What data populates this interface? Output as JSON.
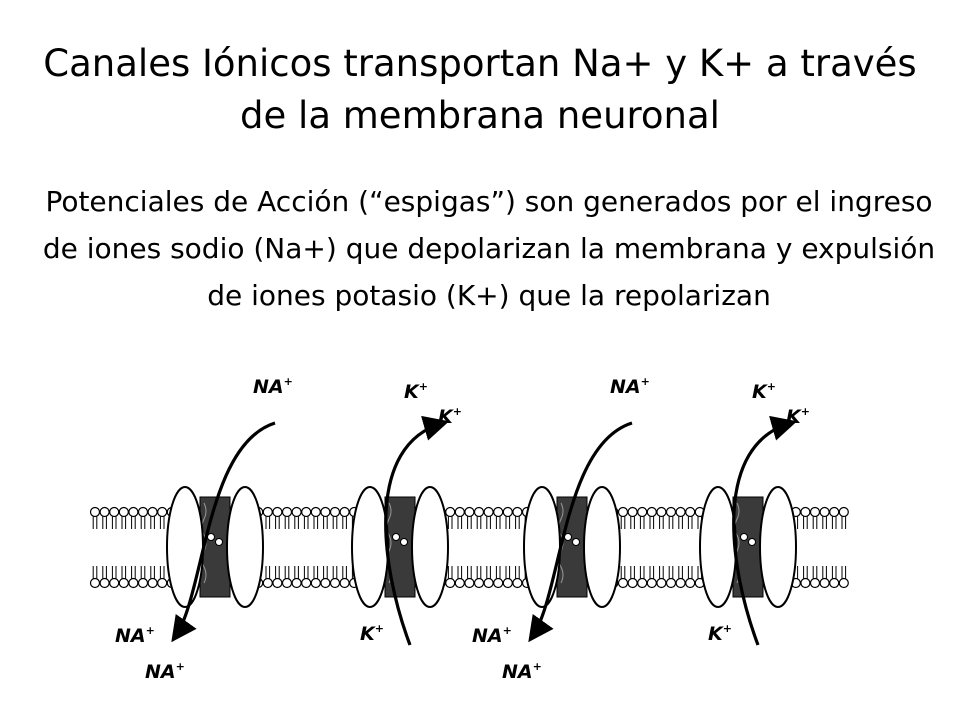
{
  "slide": {
    "title": "Canales Iónicos transportan Na+ y K+ a través de la membrana neuronal",
    "body": "Potenciales de Acción (“espigas”) son generados por el ingreso de iones sodio (Na+) que depolarizan la membrana y expulsión de iones potasio (K+) que la repolarizan"
  },
  "diagram": {
    "ion_labels": {
      "sodium": "NA",
      "potassium": "K",
      "charge": "+"
    },
    "channels": [
      {
        "ion": "sodium",
        "direction": "inward"
      },
      {
        "ion": "potassium",
        "direction": "outward"
      },
      {
        "ion": "sodium",
        "direction": "inward"
      },
      {
        "ion": "potassium",
        "direction": "outward"
      }
    ]
  }
}
